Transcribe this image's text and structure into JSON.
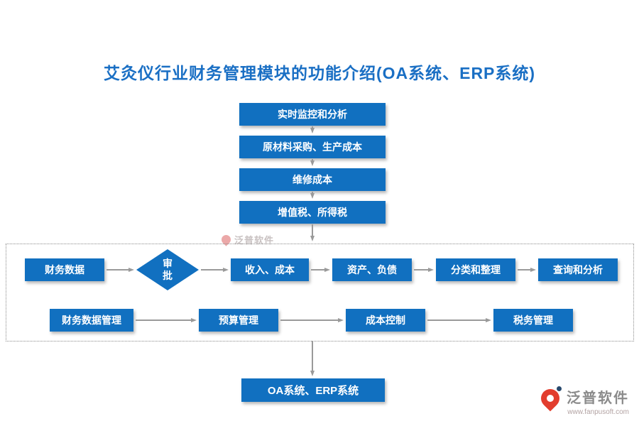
{
  "title": "艾灸仪行业财务管理模块的功能介绍(OA系统、ERP系统)",
  "top_chain": {
    "items": [
      "实时监控和分析",
      "原材料采购、生产成本",
      "维修成本",
      "增值税、所得税"
    ]
  },
  "process": {
    "decision": "审批",
    "row1": [
      "财务数据",
      "收入、成本",
      "资产、负债",
      "分类和整理",
      "查询和分析"
    ],
    "row2": [
      "财务数据管理",
      "预算管理",
      "成本控制",
      "税务管理"
    ]
  },
  "output": "OA系统、ERP系统",
  "watermark": {
    "text": "泛普软件"
  },
  "brand": {
    "name": "泛普软件",
    "url": "www.fanpusoft.com"
  },
  "colors": {
    "node_blue": "#1170c0",
    "title_blue": "#1a6fc4",
    "arrow_gray": "#9a9a9a"
  }
}
